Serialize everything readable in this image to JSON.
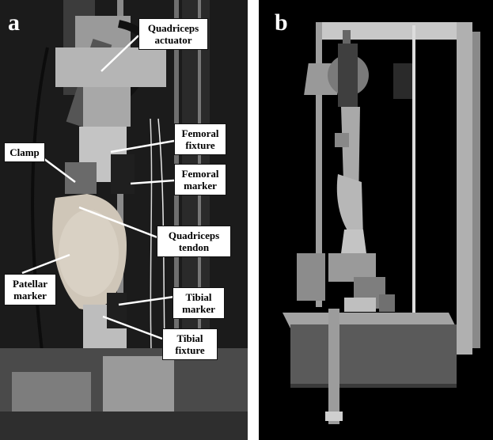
{
  "panels": {
    "a": {
      "letter": "a",
      "labels": {
        "quadriceps_actuator": "Quadriceps\nactuator",
        "clamp": "Clamp",
        "femoral_fixture": "Femoral\nfixture",
        "femoral_marker": "Femoral\nmarker",
        "quadriceps_tendon": "Quadriceps\ntendon",
        "patellar_marker": "Patellar\nmarker",
        "tibial_marker": "Tibial\nmarker",
        "tibial_fixture": "Tibial\nfixture"
      }
    },
    "b": {
      "letter": "b"
    }
  },
  "colors": {
    "photo_dark": "#1a1a1a",
    "render_background": "#000000",
    "frame_gray": "#bdbdbd",
    "label_background": "#ffffff"
  }
}
